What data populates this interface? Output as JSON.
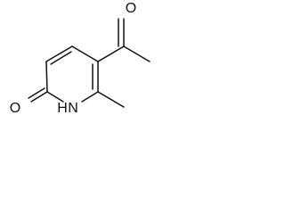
{
  "structure": {
    "atoms": {
      "carbonyl_oxygen_left": "O",
      "ring_nitrogen": "N",
      "ring_nitrogen_hydrogen": "H",
      "acetyl_oxygen": "O"
    },
    "colors": {
      "bond": "#111111",
      "label": "#111111",
      "background": "#ffffff"
    }
  }
}
